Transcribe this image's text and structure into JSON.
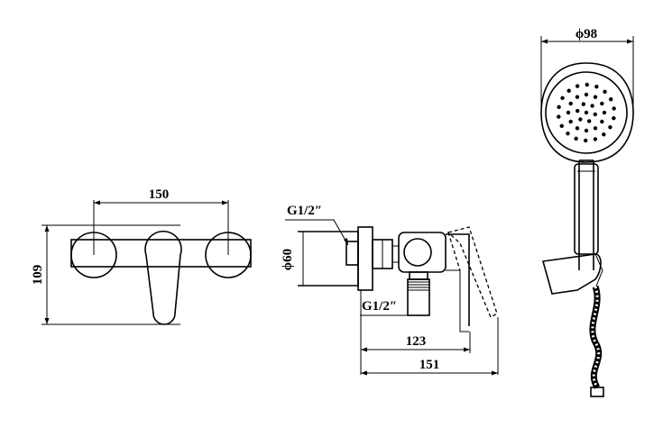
{
  "drawing": {
    "front_view": {
      "width_label": "150",
      "height_label": "109"
    },
    "side_view": {
      "top_thread_label": "G1/2″",
      "diameter_label": "ϕ60",
      "bottom_thread_label": "G1/2″",
      "depth_short_label": "123",
      "depth_long_label": "151"
    },
    "hand_shower": {
      "head_diameter_label": "ϕ98"
    }
  }
}
